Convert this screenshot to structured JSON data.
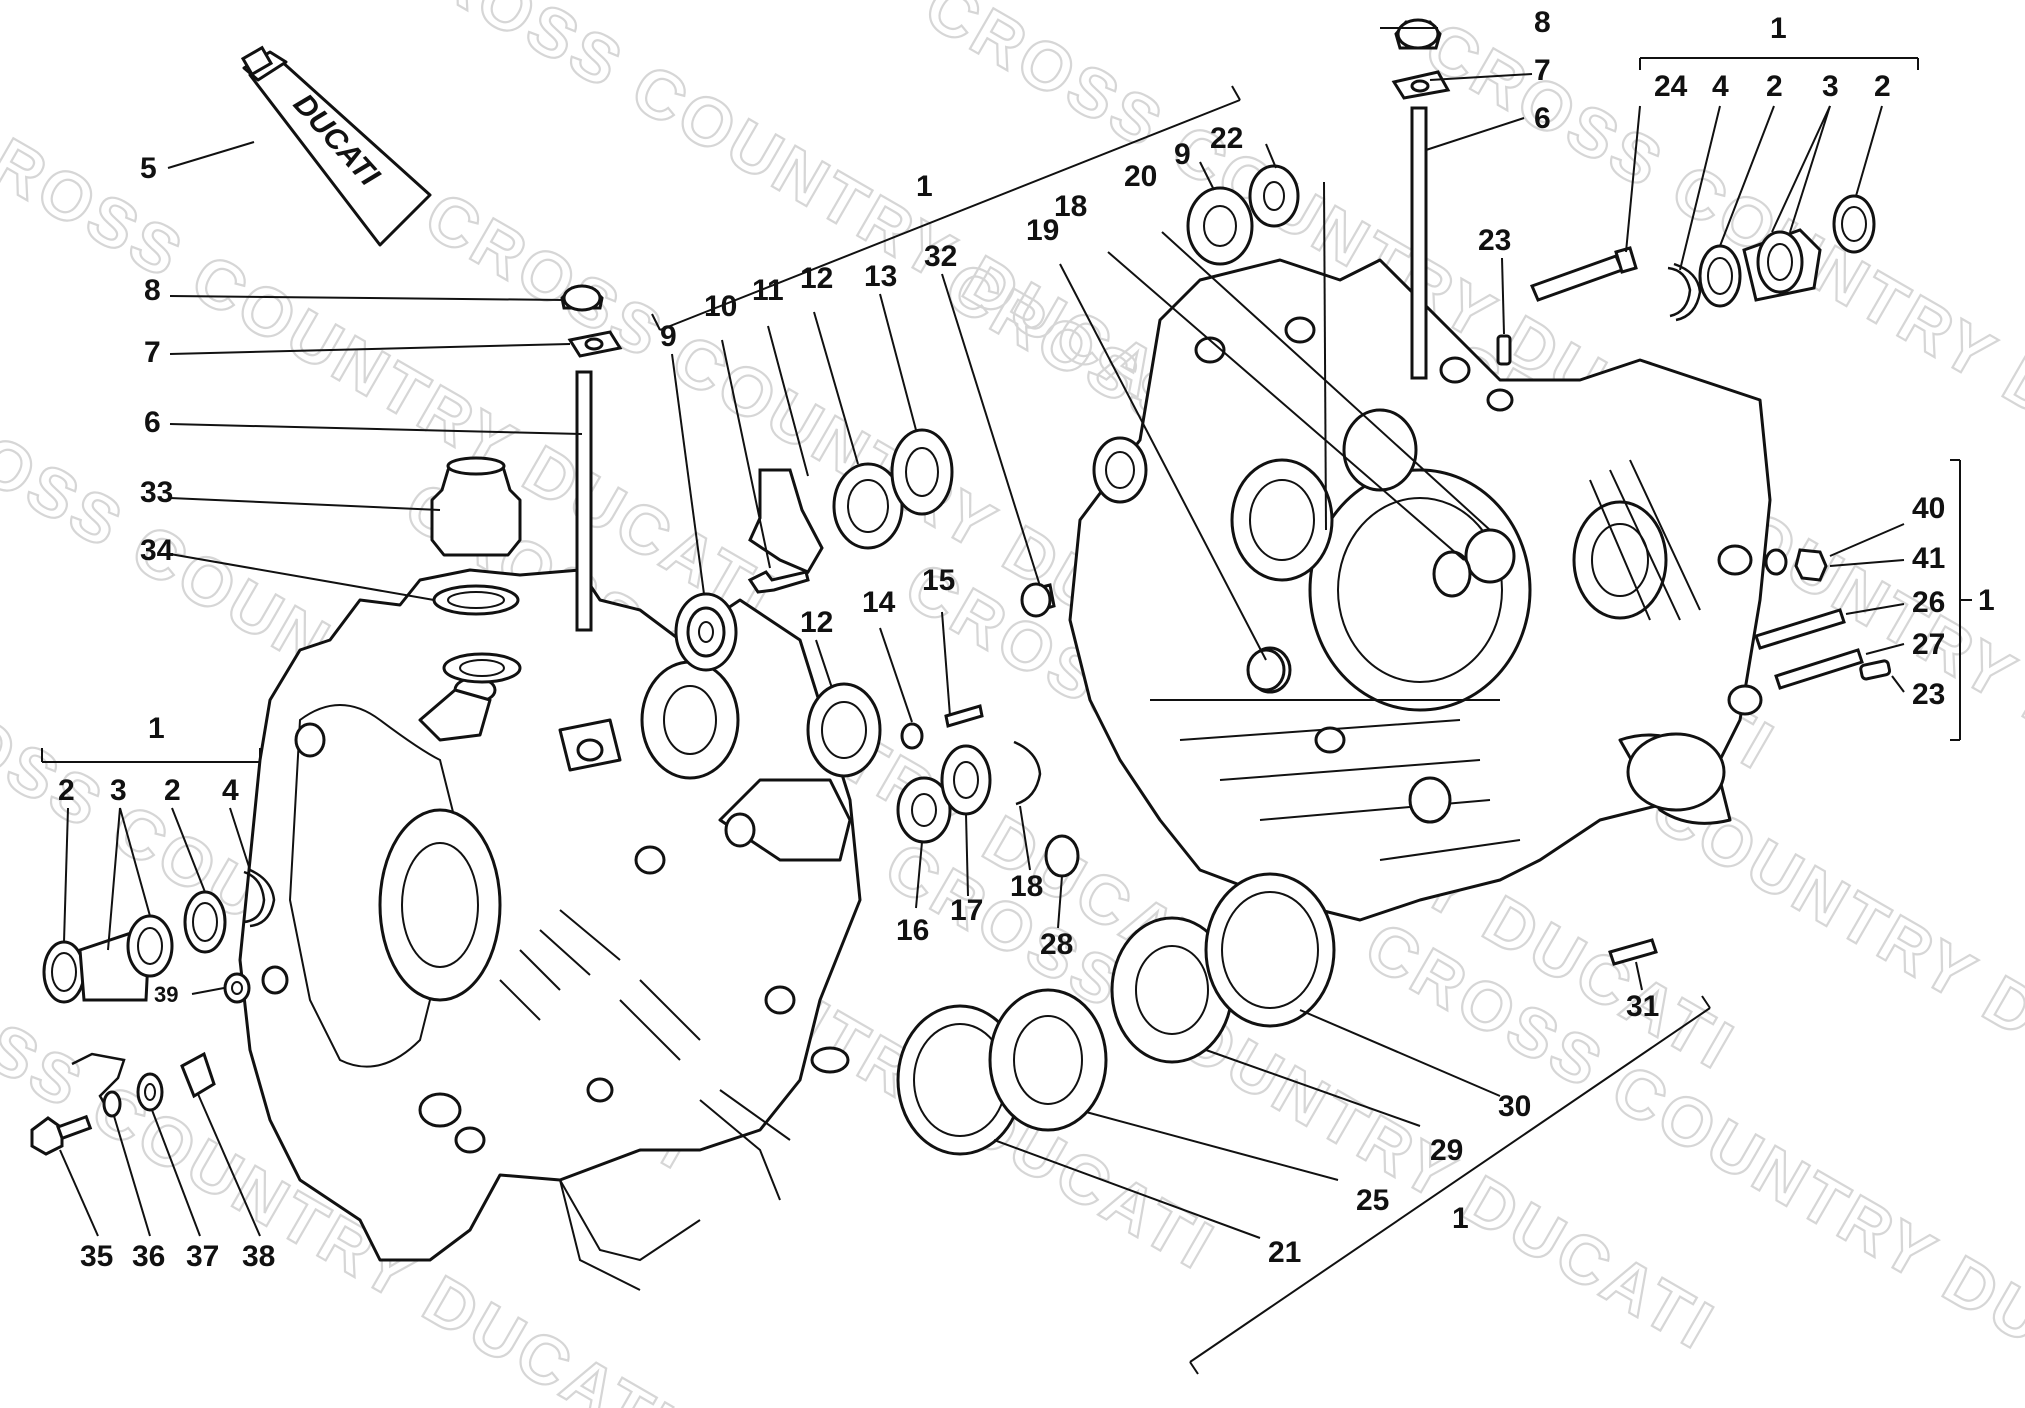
{
  "watermark": {
    "text": "CROSS COUNTRY DUCATI"
  },
  "tube_brand": "DUCATI",
  "callouts": {
    "c5": "5",
    "c8a": "8",
    "c7a": "7",
    "c6a": "6",
    "c33": "33",
    "c34": "34",
    "c1_left": "1",
    "c2a": "2",
    "c3a": "3",
    "c2b": "2",
    "c4a": "4",
    "c39": "39",
    "c35": "35",
    "c36": "36",
    "c37": "37",
    "c38": "38",
    "c1_mid": "1",
    "c9a": "9",
    "c10": "10",
    "c11": "11",
    "c12a": "12",
    "c13": "13",
    "c32": "32",
    "c12b": "12",
    "c14": "14",
    "c15": "15",
    "c16": "16",
    "c17": "17",
    "c18a": "18",
    "c28": "28",
    "c19": "19",
    "c18b": "18",
    "c20": "20",
    "c9b": "9",
    "c22": "22",
    "c8b": "8",
    "c7b": "7",
    "c6b": "6",
    "c23a": "23",
    "c1_topright": "1",
    "c24": "24",
    "c4b": "4",
    "c2c": "2",
    "c3b": "3",
    "c2d": "2",
    "c40": "40",
    "c41": "41",
    "c26": "26",
    "c27": "27",
    "c23b": "23",
    "c1_right": "1",
    "c31": "31",
    "c30": "30",
    "c29": "29",
    "c25": "25",
    "c21": "21",
    "c1_bottom": "1"
  }
}
